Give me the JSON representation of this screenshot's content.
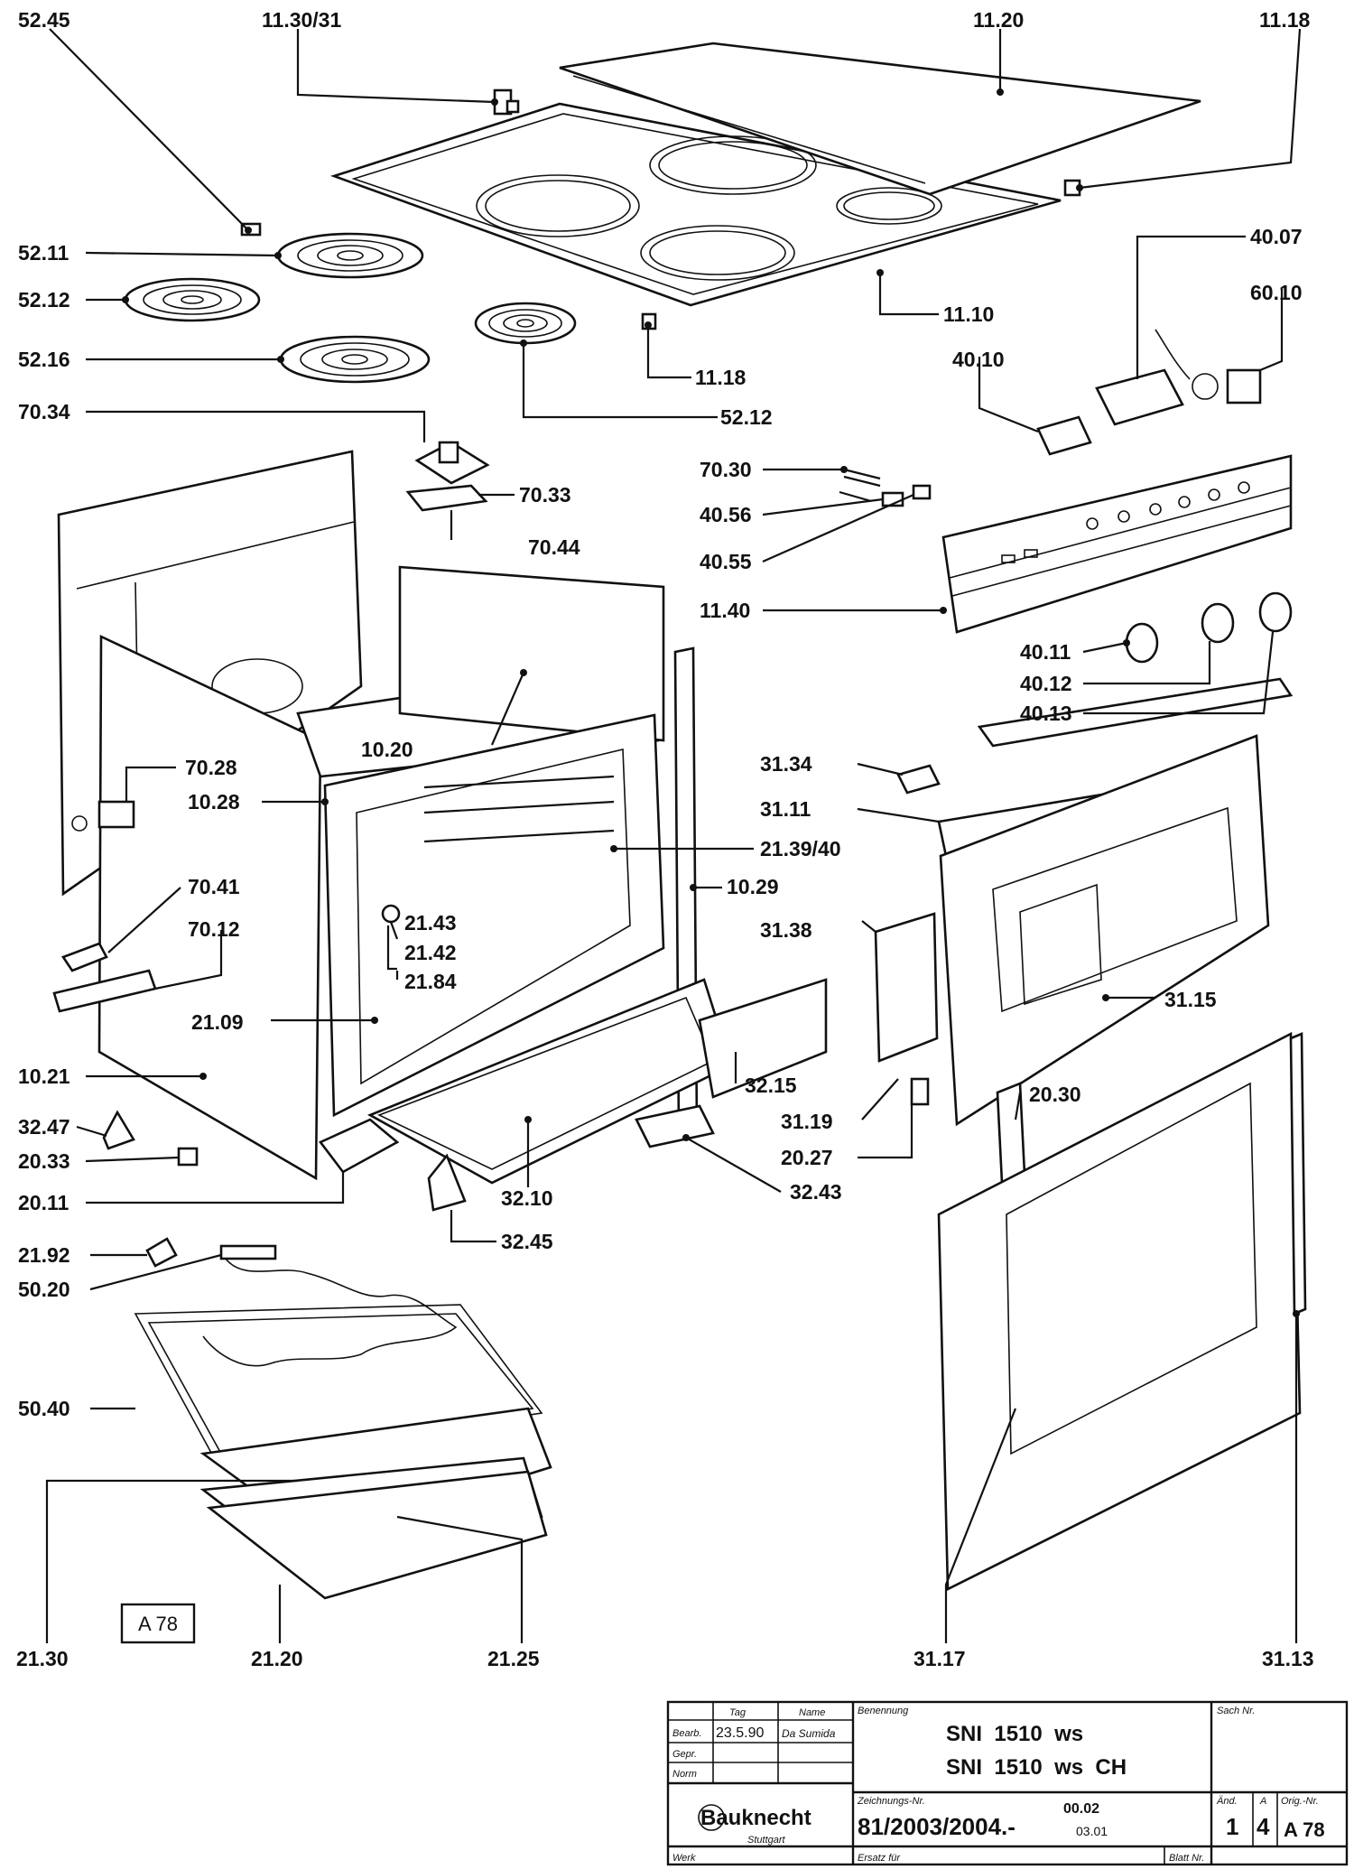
{
  "labels": {
    "l5245": "52.45",
    "l113031": "11.30/31",
    "l1120": "11.20",
    "l1118a": "11.18",
    "l5211": "52.11",
    "l5212a": "52.12",
    "l5216": "52.16",
    "l4007": "40.07",
    "l6010": "60.10",
    "l1110": "11.10",
    "l1118b": "11.18",
    "l5212b": "52.12",
    "l4010": "40.10",
    "l7034": "70.34",
    "l7030": "70.30",
    "l7033": "70.33",
    "l4056": "40.56",
    "l7044": "70.44",
    "l4055": "40.55",
    "l1140": "11.40",
    "l4011": "40.11",
    "l4012": "40.12",
    "l4013": "40.13",
    "l1020": "10.20",
    "l7028": "70.28",
    "l1028": "10.28",
    "l3134": "31.34",
    "l3111": "31.11",
    "l213940": "21.39/40",
    "l7041": "70.41",
    "l1029": "10.29",
    "l7012": "70.12",
    "l2143": "21.43",
    "l2142": "21.42",
    "l3138": "31.38",
    "l2184": "21.84",
    "l2109": "21.09",
    "l3115": "31.15",
    "l1021": "10.21",
    "l3215": "32.15",
    "l2030": "20.30",
    "l3247": "32.47",
    "l3119": "31.19",
    "l2033": "20.33",
    "l2027": "20.27",
    "l2011": "20.11",
    "l3210": "32.10",
    "l3243": "32.43",
    "l3245": "32.45",
    "l2192": "21.92",
    "l5020": "50.20",
    "l5040": "50.40",
    "l2130": "21.30",
    "l2120": "21.20",
    "l2125": "21.25",
    "l3117": "31.17",
    "l3113": "31.13"
  },
  "stamp": {
    "code": "A 78"
  },
  "titleblock": {
    "col_tag": "Tag",
    "col_name": "Name",
    "row_bearb": "Bearb.",
    "row_gepr": "Gepr.",
    "row_norm": "Norm",
    "bearb_date": "23.5.90",
    "bearb_name": "Da Sumida",
    "benennung_label": "Benennung",
    "model_1": "SNI  1510  ws",
    "model_2": "SNI  1510  ws  CH",
    "sach_label": "Sach Nr.",
    "zeichnung_label": "Zeichnungs-Nr.",
    "drawing_no": "81/2003/2004.-",
    "drawing_suffix_1": "00.02",
    "drawing_suffix_2": "03.01",
    "aend_label": "Änd.",
    "aend_value": "1",
    "a_label": "A",
    "a_value": "4",
    "orig_label": "Orig.-Nr.",
    "orig_value": "A 78",
    "brand": "Bauknecht",
    "city": "Stuttgart",
    "werk_label": "Werk",
    "ersatz_label": "Ersatz für",
    "blatt_label": "Blatt Nr."
  }
}
